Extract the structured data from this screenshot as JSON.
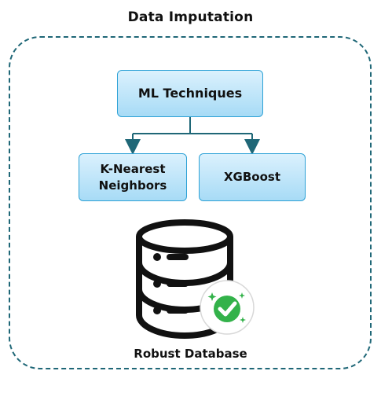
{
  "title": "Data Imputation",
  "nodes": {
    "root": "ML Techniques",
    "left": "K-Nearest Neighbors",
    "right": "XGBoost"
  },
  "caption": "Robust Database",
  "icons": {
    "database": "database-icon",
    "check": "check-badge-icon",
    "sparkle": "sparkle-icon"
  },
  "colors": {
    "frame": "#1f6777",
    "box_border": "#2ea2d6",
    "box_fill_top": "#dbf1fd",
    "box_fill_bottom": "#a7dbf6",
    "arrow": "#1f6777",
    "check_green": "#33b24a"
  }
}
